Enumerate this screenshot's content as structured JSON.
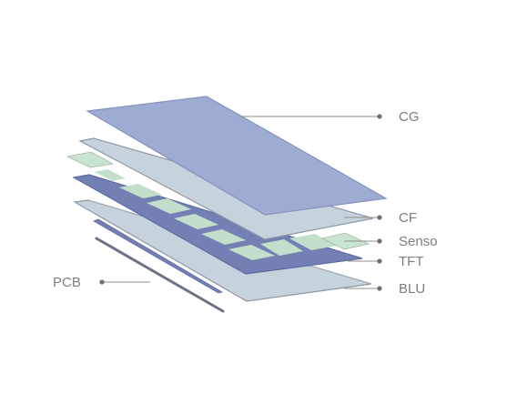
{
  "diagram": {
    "labels": {
      "cg": "CG",
      "cf": "CF",
      "senso": "Senso",
      "tft": "TFT",
      "blu": "BLU",
      "pcb": "PCB"
    },
    "colors": {
      "background": "#ffffff",
      "cg_fill": "#9eabd3",
      "cf_fill": "#c6d3dc",
      "blu_fill": "#c6d3dc",
      "tft_fill": "#7480b4",
      "tft_sensor_fill": "#c3decb",
      "senso_fill": "#c8e3d0",
      "pcb_stroke": "#6b7385",
      "edge_stroke": "#8e98a8",
      "leader_line": "#8f8f8f",
      "leader_dot": "#6f6f6f",
      "label_text": "#7d7d7d"
    }
  }
}
